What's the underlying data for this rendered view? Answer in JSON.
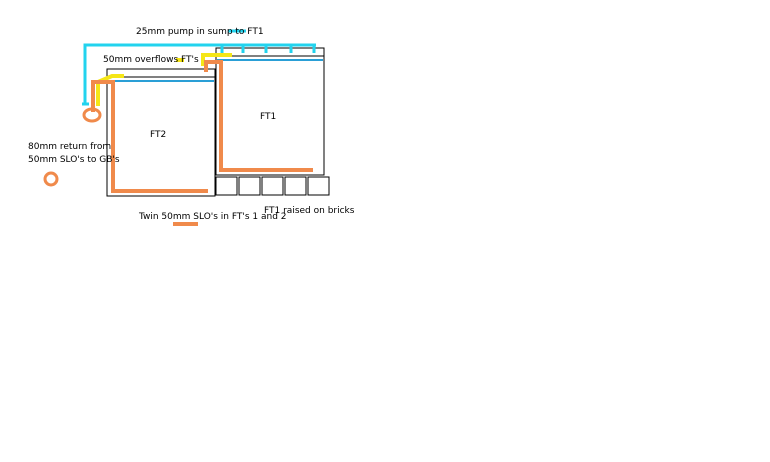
{
  "colors": {
    "pump_line": "#22d3ee",
    "overflow": "#f5e617",
    "return": "#f08a4b",
    "water": "#2a9fd6",
    "outline": "#000000"
  },
  "labels": {
    "pump": "25mm pump in sump to FT1",
    "overflows": "50mm overflows FT's",
    "return_line1": "80mm return from",
    "return_line2": "50mm SLO's to GB's",
    "ft2": "FT2",
    "ft1": "FT1",
    "twin": "Twin 50mm SLO's in FT's 1 and 2",
    "bricks": "FT1 raised on bricks"
  },
  "bricks": {
    "count": 5
  }
}
